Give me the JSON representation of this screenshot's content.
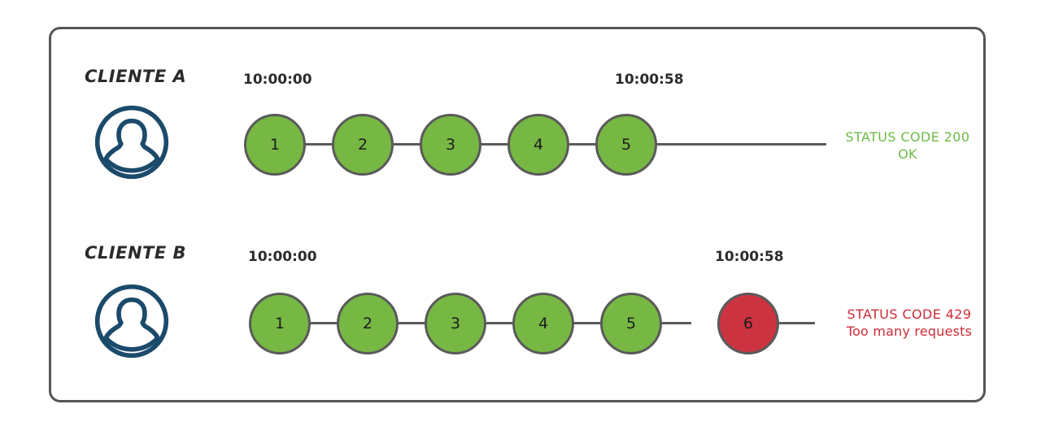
{
  "diagram": {
    "title_present": false,
    "colors": {
      "frame_border": "#555555",
      "node_ok": "#76b843",
      "node_fail": "#cc3340",
      "node_border": "#5a5a5a",
      "avatar": "#1b4a6b",
      "status_ok": "#6cbb46",
      "status_fail": "#cc2b37",
      "background": "#ffffff"
    },
    "rows": [
      {
        "id": "client-a",
        "label": "CLIENTE A",
        "avatar_icon": "user-avatar-icon",
        "start_time": "10:00:00",
        "end_time": "10:00:58",
        "nodes": [
          {
            "number": "1",
            "state": "ok"
          },
          {
            "number": "2",
            "state": "ok"
          },
          {
            "number": "3",
            "state": "ok"
          },
          {
            "number": "4",
            "state": "ok"
          },
          {
            "number": "5",
            "state": "ok"
          }
        ],
        "status": {
          "state": "ok",
          "line1": "STATUS CODE 200",
          "line2": "OK"
        }
      },
      {
        "id": "client-b",
        "label": "CLIENTE B",
        "avatar_icon": "user-avatar-icon",
        "start_time": "10:00:00",
        "end_time": "10:00:58",
        "nodes": [
          {
            "number": "1",
            "state": "ok"
          },
          {
            "number": "2",
            "state": "ok"
          },
          {
            "number": "3",
            "state": "ok"
          },
          {
            "number": "4",
            "state": "ok"
          },
          {
            "number": "5",
            "state": "ok"
          },
          {
            "number": "6",
            "state": "fail"
          }
        ],
        "status": {
          "state": "fail",
          "line1": "STATUS CODE 429",
          "line2": "Too many requests"
        }
      }
    ]
  }
}
